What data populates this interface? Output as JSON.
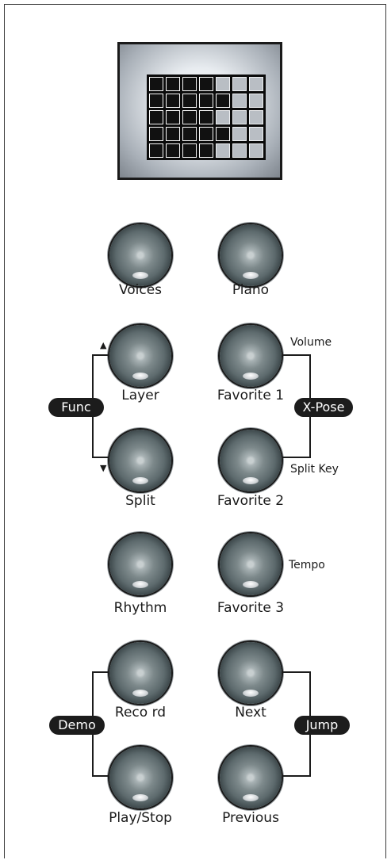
{
  "display": {
    "rows": [
      [
        1,
        1,
        1,
        1,
        0,
        0,
        0
      ],
      [
        1,
        1,
        1,
        1,
        1,
        0,
        0
      ],
      [
        1,
        1,
        1,
        1,
        0,
        0,
        0
      ],
      [
        1,
        1,
        1,
        1,
        1,
        0,
        0
      ],
      [
        1,
        1,
        1,
        1,
        0,
        0,
        0
      ]
    ]
  },
  "buttons": {
    "voices": "Voices",
    "piano": "Piano",
    "layer": "Layer",
    "favorite1": "Favorite 1",
    "split": "Split",
    "favorite2": "Favorite 2",
    "rhythm": "Rhythm",
    "favorite3": "Favorite 3",
    "record": "Reco rd",
    "next": "Next",
    "play_stop": "Play/Stop",
    "previous": "Previous"
  },
  "side_labels": {
    "volume": "Volume",
    "split_key": "Split Key",
    "tempo": "Tempo",
    "up_arrow": "▲",
    "down_arrow": "▼"
  },
  "groups": {
    "func": "Func",
    "x_pose": "X-Pose",
    "demo": "Demo",
    "jump": "Jump"
  }
}
